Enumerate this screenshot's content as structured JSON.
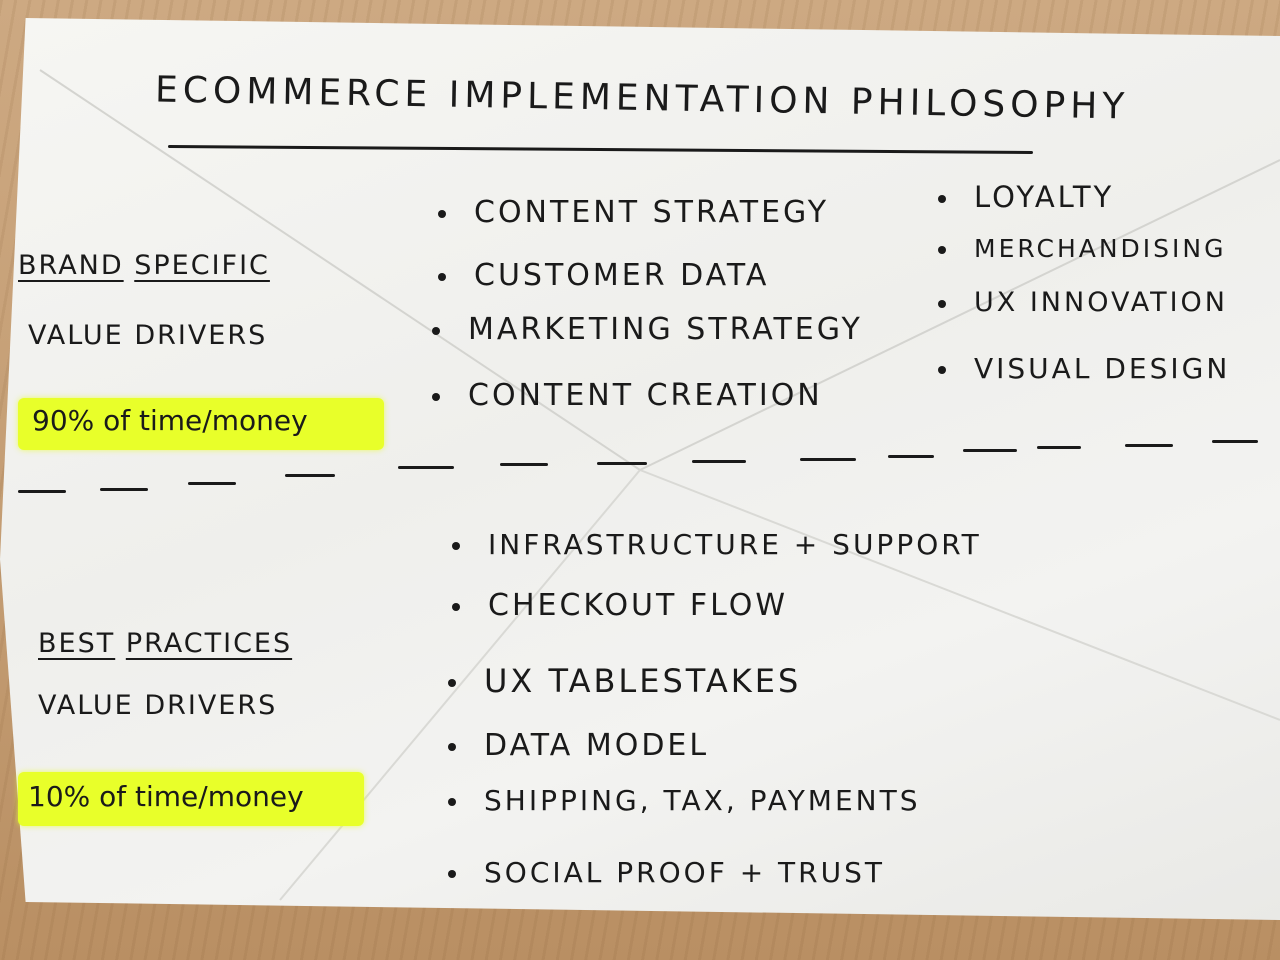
{
  "title": "eCommerce Implementation Philosophy",
  "brand_section": {
    "heading_a": "Brand",
    "heading_b": "Specific",
    "subheading": "Value Drivers",
    "highlight": "90% of time/money",
    "items_left": [
      "Content Strategy",
      "Customer Data",
      "Marketing Strategy",
      "Content Creation"
    ],
    "items_right": [
      "Loyalty",
      "Merchandising",
      "UX Innovation",
      "Visual Design"
    ]
  },
  "best_section": {
    "heading_a": "Best",
    "heading_b": "Practices",
    "subheading": "Value Drivers",
    "highlight": "10% of time/money",
    "items": [
      "Infrastructure + Support",
      "Checkout Flow",
      "UX Tablestakes",
      "Data Model",
      "Shipping, Tax, Payments",
      "Social Proof + Trust"
    ]
  },
  "colors": {
    "highlight": "#e8ff2a",
    "ink": "#1a1a1a",
    "paper": "#f3f3f1"
  }
}
